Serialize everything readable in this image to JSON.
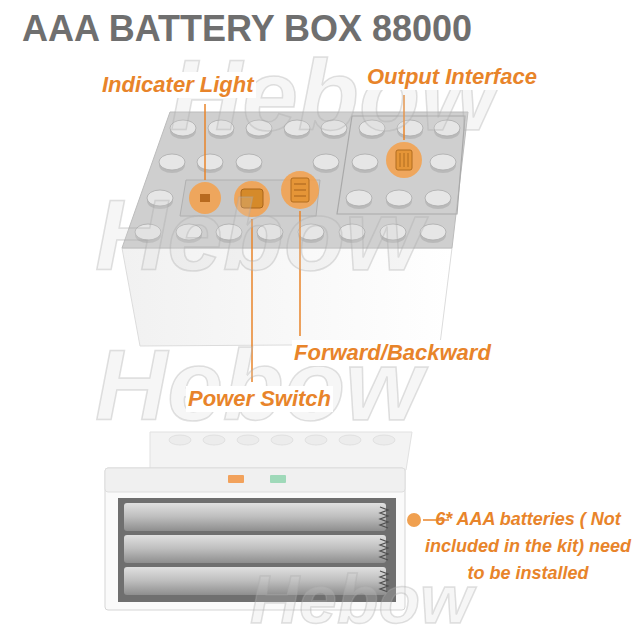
{
  "diagram": {
    "title": "AAA BATTERY BOX 88000",
    "labels": [
      "Indicater Light",
      "Output Interface",
      "Forward/Backward",
      "Power Switch",
      "6* AAA batteries ( Not included in the kit) need to be installed",
      "Hebow",
      "Hebow",
      "Hebow",
      "Hebow"
    ]
  }
}
